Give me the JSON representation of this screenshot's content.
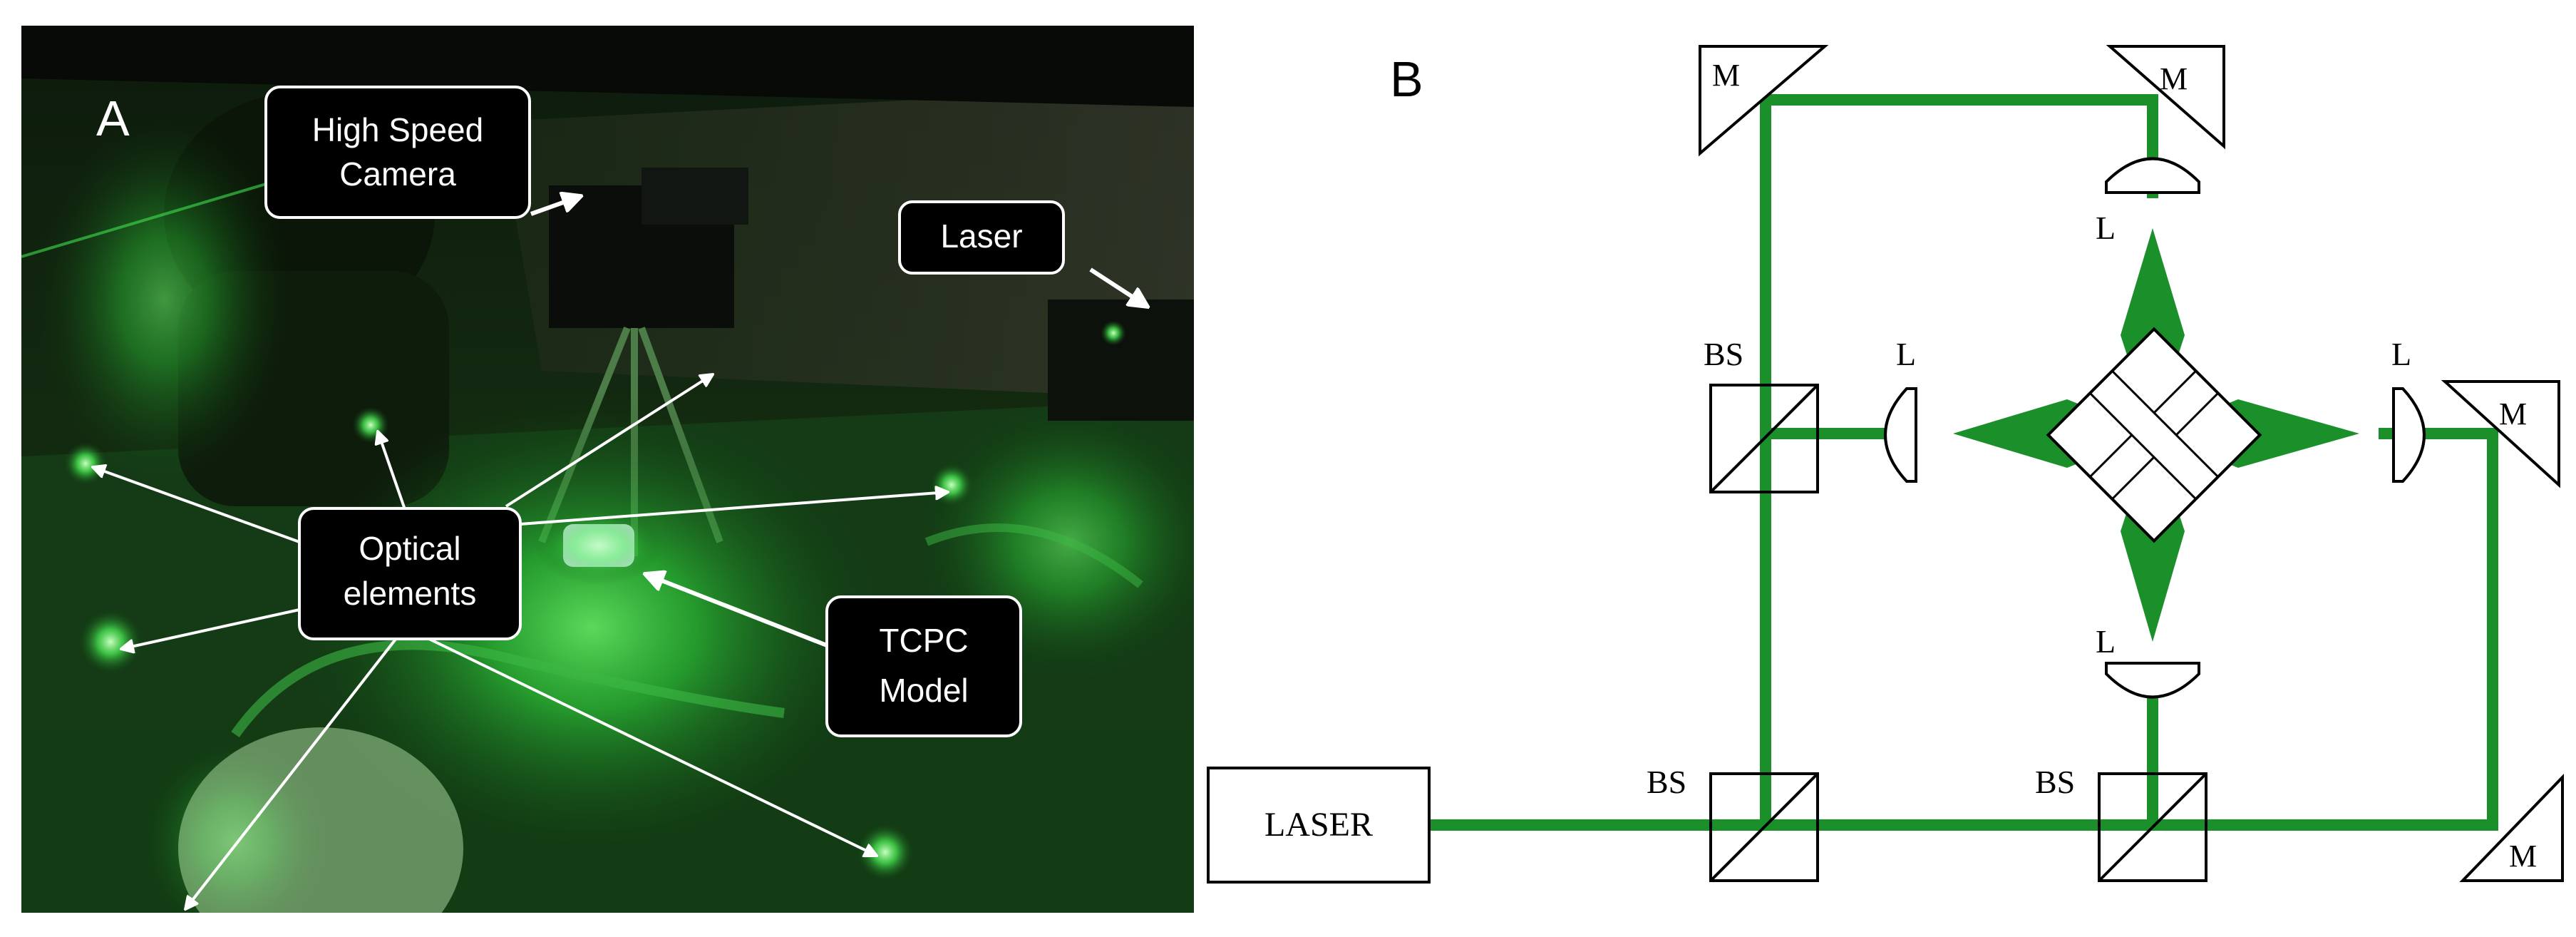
{
  "panel_a": {
    "letter": "A",
    "callouts": {
      "camera": [
        "High Speed",
        "Camera"
      ],
      "laser": [
        "Laser"
      ],
      "optical": [
        "Optical",
        "elements"
      ],
      "tcpc": [
        "TCPC",
        "Model"
      ]
    }
  },
  "panel_b": {
    "letter": "B",
    "laser_label": "LASER",
    "mirror_label": "M",
    "lens_label": "L",
    "splitter_label": "BS"
  },
  "colors": {
    "beam": "#1a8f2a",
    "laser_glow": "#35e04a",
    "callout_bg": "#000000",
    "callout_border": "#ffffff"
  }
}
